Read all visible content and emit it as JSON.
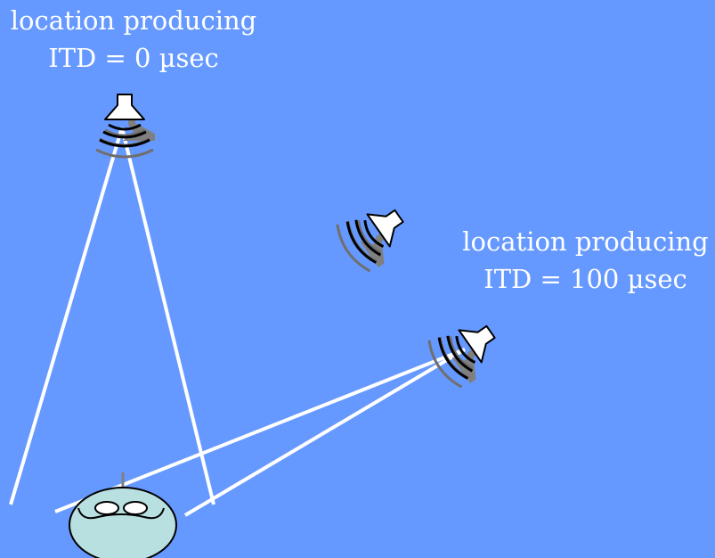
{
  "labels": {
    "top": {
      "line1": "location producing",
      "line2": "ITD = 0 µsec"
    },
    "right": {
      "line1": "location producing",
      "line2": "ITD = 100 µsec"
    }
  },
  "colors": {
    "background": "#6699ff",
    "rays": "#ffffff",
    "head_fill": "#b8e0e0",
    "speaker_fill": "#ffffff",
    "speaker_shadow": "#7f7f7f",
    "wave_front": "#000000",
    "wave_back": "#6f6f6f"
  },
  "icons": {
    "speaker": "loudspeaker-icon",
    "head": "listener-head-icon"
  }
}
